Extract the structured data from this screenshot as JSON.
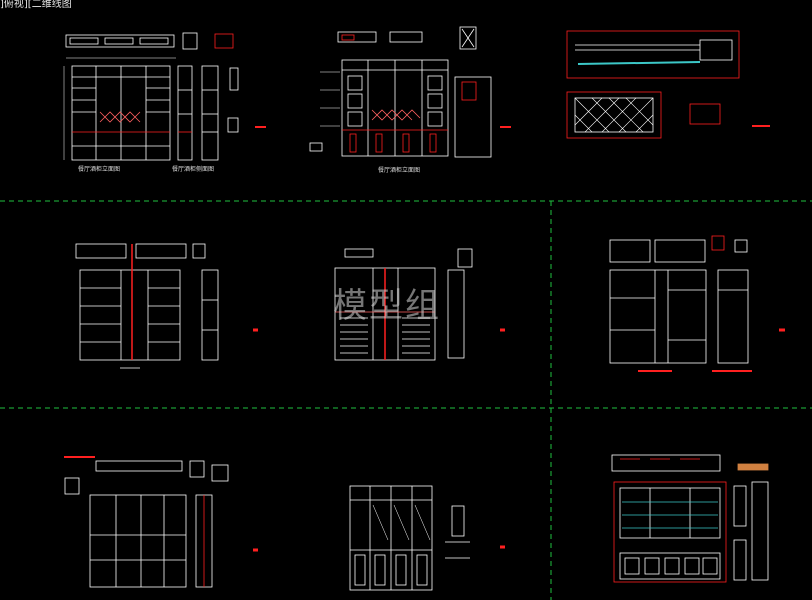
{
  "drawing": {
    "title_fragment": "]俯视][二维线图",
    "watermark": "模型组",
    "captions": {
      "panel_1a": "餐厅酒柜立面图",
      "panel_1b": "餐厅酒柜侧面图",
      "panel_2": "餐厅酒柜立面图"
    },
    "colors": {
      "background": "#000000",
      "line": "#ffffff",
      "accent_red": "#ff2020",
      "divider_green": "#1fbf3f",
      "hatch_cyan": "#3cc8c8",
      "highlight_orange": "#d08040"
    }
  }
}
